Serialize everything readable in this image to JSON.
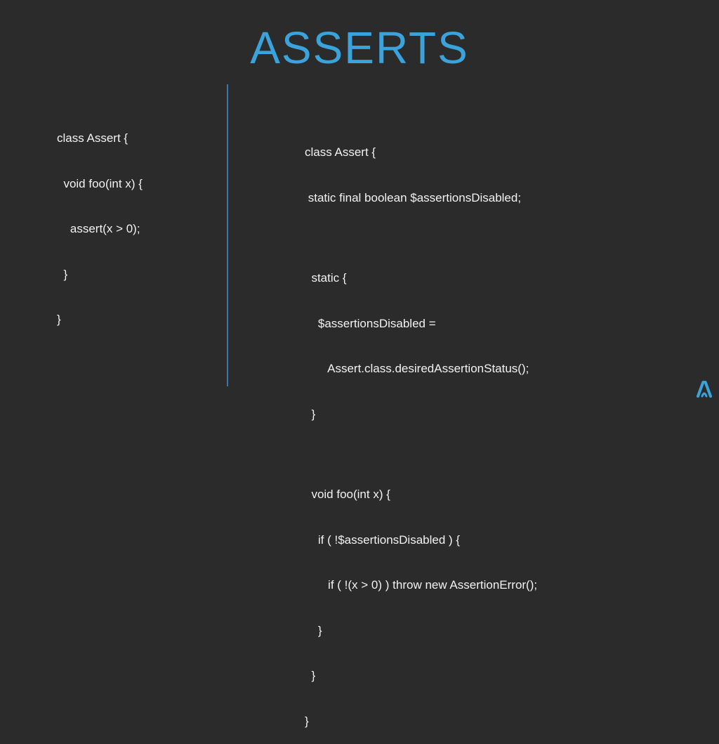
{
  "slide": {
    "title": "ASSERTS"
  },
  "left_code": {
    "lines": [
      "class Assert {",
      "  void foo(int x) {",
      "    assert(x > 0);",
      "  }",
      "}"
    ]
  },
  "right_code": {
    "lines": [
      "class Assert {",
      " static final boolean $assertionsDisabled;",
      "",
      "  static {",
      "    $assertionsDisabled =",
      "       Assert.class.desiredAssertionStatus();",
      "  }",
      "",
      "  void foo(int x) {",
      "    if ( !$assertionsDisabled ) {",
      "       if ( !(x > 0) ) throw new AssertionError();",
      "    }",
      "  }",
      "}"
    ]
  },
  "colors": {
    "background": "#2b2b2b",
    "title": "#3ba3dc",
    "divider": "#3f74a8",
    "text": "#f2f2f2"
  },
  "icons": {
    "logo": "brand-logo-icon"
  }
}
